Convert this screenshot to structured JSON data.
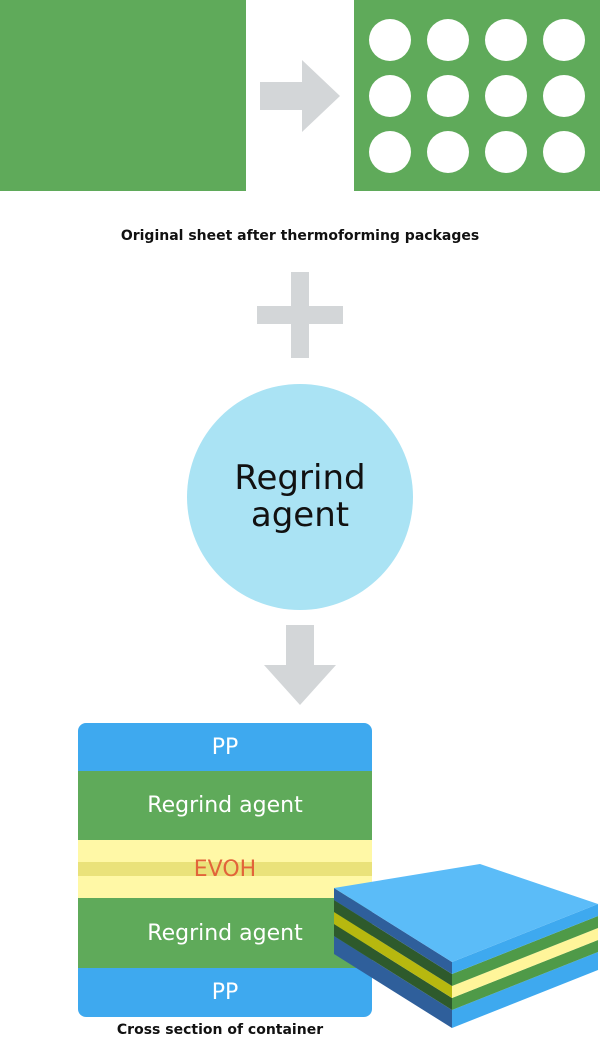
{
  "caption_top": "Original sheet after thermoforming packages",
  "regrind_circle": {
    "line1": "Regrind",
    "line2": "agent"
  },
  "layers": {
    "pp_top": "PP",
    "regrind_top": "Regrind agent",
    "evoh": "EVOH",
    "regrind_bottom": "Regrind agent",
    "pp_bottom": "PP"
  },
  "caption_bottom": "Cross section of container",
  "colors": {
    "sheet_green": "#5faa5a",
    "arrow_gray": "#d3d6d8",
    "circle_blue": "#aae3f4",
    "pp_blue": "#3ea9ef",
    "evoh_yellow": "#fff8a6",
    "evoh_text": "#e2643a"
  },
  "icons": [
    "arrow-right-icon",
    "plus-icon",
    "arrow-down-icon",
    "layered-sheet-icon"
  ]
}
